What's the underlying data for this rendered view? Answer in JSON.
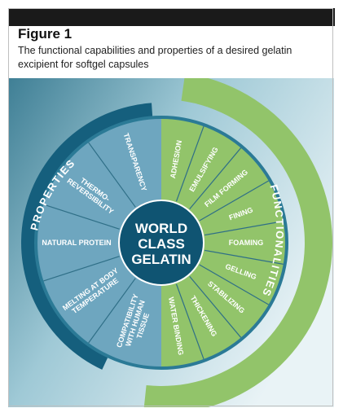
{
  "figure": {
    "title": "Figure 1",
    "caption_line1": "The functional capabilities and properties of a desired gelatin",
    "caption_line2": "excipient for softgel capsules"
  },
  "diagram": {
    "center_lines": [
      "WORLD",
      "CLASS",
      "GELATIN"
    ],
    "outer_labels": {
      "properties": "PROPERTIES",
      "functionalities": "FUNCTIONALITIES"
    },
    "properties": [
      {
        "lines": [
          "TRANSPARENCY"
        ]
      },
      {
        "lines": [
          "THERMO-",
          "REVERSIBILITY"
        ]
      },
      {
        "lines": [
          "NATURAL PROTEIN"
        ]
      },
      {
        "lines": [
          "MELTING AT BODY",
          "TEMPERATURE"
        ]
      },
      {
        "lines": [
          "COMPATIBILITY",
          "WITH HUMAN",
          "TISSUE"
        ]
      }
    ],
    "functionalities": [
      {
        "lines": [
          "ADHESION"
        ]
      },
      {
        "lines": [
          "EMULSIFYING"
        ]
      },
      {
        "lines": [
          "FILM FORMING"
        ]
      },
      {
        "lines": [
          "FINING"
        ]
      },
      {
        "lines": [
          "FOAMING"
        ]
      },
      {
        "lines": [
          "GELLING"
        ]
      },
      {
        "lines": [
          "STABILIZING"
        ]
      },
      {
        "lines": [
          "THICKENING"
        ]
      },
      {
        "lines": [
          "WATER BINDING"
        ]
      }
    ],
    "colors": {
      "properties_fill": "#6ea6bf",
      "properties_band": "#155f7d",
      "functionalities_fill": "#92c46a",
      "center": "#0f5472",
      "background": "#d7e9ef"
    }
  }
}
